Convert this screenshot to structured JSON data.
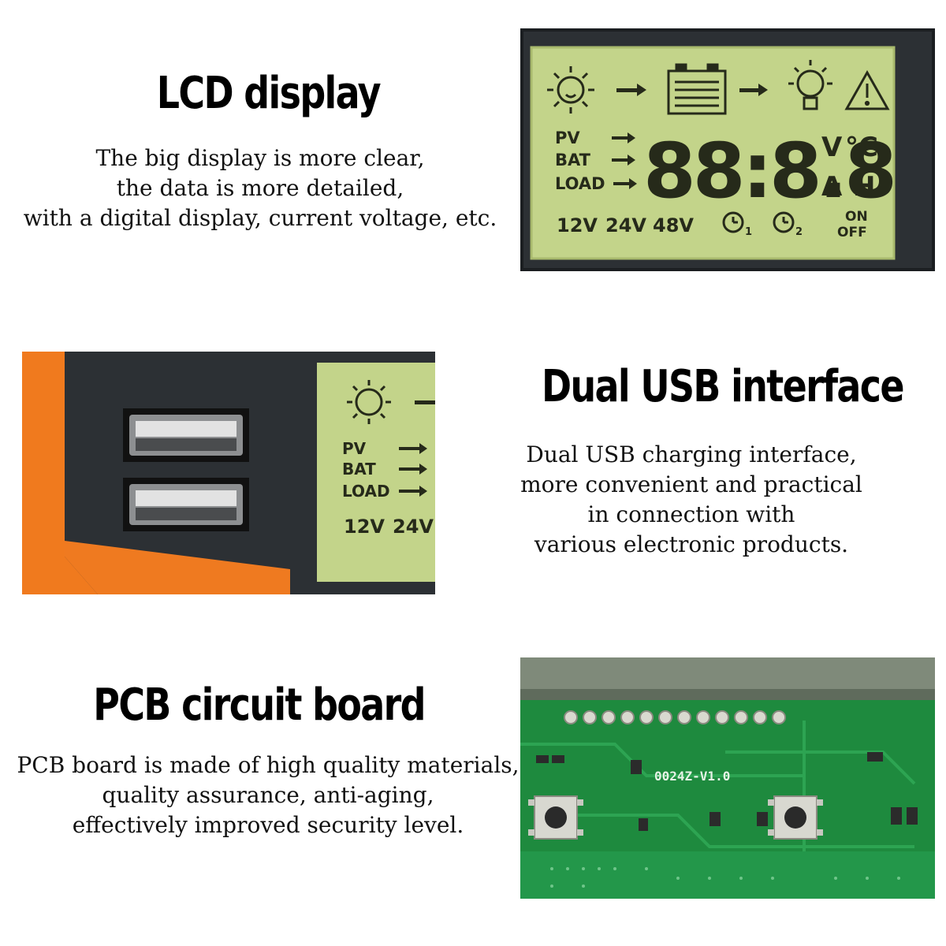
{
  "sections": [
    {
      "title": "LCD display",
      "lines": [
        "The big display is more clear,",
        "the data is more detailed,",
        "with a digital display, current voltage, etc."
      ]
    },
    {
      "title": "Dual USB interface",
      "lines": [
        "Dual USB charging interface,",
        "more convenient and practical",
        "in connection with",
        "various electronic products."
      ]
    },
    {
      "title": "PCB circuit board",
      "lines": [
        "PCB board is made of high quality materials,",
        "quality assurance, anti-aging,",
        "effectively improved security level."
      ]
    }
  ],
  "lcd": {
    "pv": "PV",
    "bat": "BAT",
    "load": "LOAD",
    "digits": "88:8.8",
    "unit_v": "V",
    "unit_c": "°C",
    "unit_a": "A",
    "unit_h": "H",
    "v12": "12V",
    "v24": "24V",
    "v48": "48V",
    "timer1": "1",
    "timer2": "2",
    "on": "ON",
    "off": "OFF"
  },
  "pcb": {
    "board_label": "0024Z-V1.0"
  },
  "colors": {
    "lcd_bg": "#c3d48a",
    "housing": "#2c3034",
    "accent_orange": "#f07a1e",
    "pcb_green": "#1e8a3e"
  },
  "icons": [
    "sun-icon",
    "battery-icon",
    "bulb-icon",
    "warning-icon",
    "alarm-clock-icon",
    "usb-port-icon",
    "tact-switch-icon"
  ]
}
